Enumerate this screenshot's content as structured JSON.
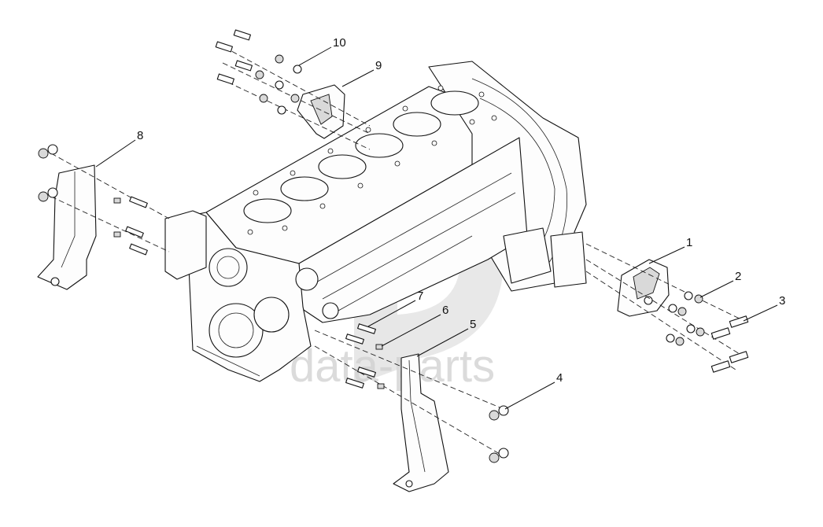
{
  "watermark": {
    "text": "data-parts"
  },
  "callouts": [
    {
      "id": "callout-1",
      "label": "1"
    },
    {
      "id": "callout-2",
      "label": "2"
    },
    {
      "id": "callout-3",
      "label": "3"
    },
    {
      "id": "callout-4",
      "label": "4"
    },
    {
      "id": "callout-5",
      "label": "5"
    },
    {
      "id": "callout-6",
      "label": "6"
    },
    {
      "id": "callout-7",
      "label": "7"
    },
    {
      "id": "callout-8",
      "label": "8"
    },
    {
      "id": "callout-9",
      "label": "9"
    },
    {
      "id": "callout-10",
      "label": "10"
    }
  ]
}
